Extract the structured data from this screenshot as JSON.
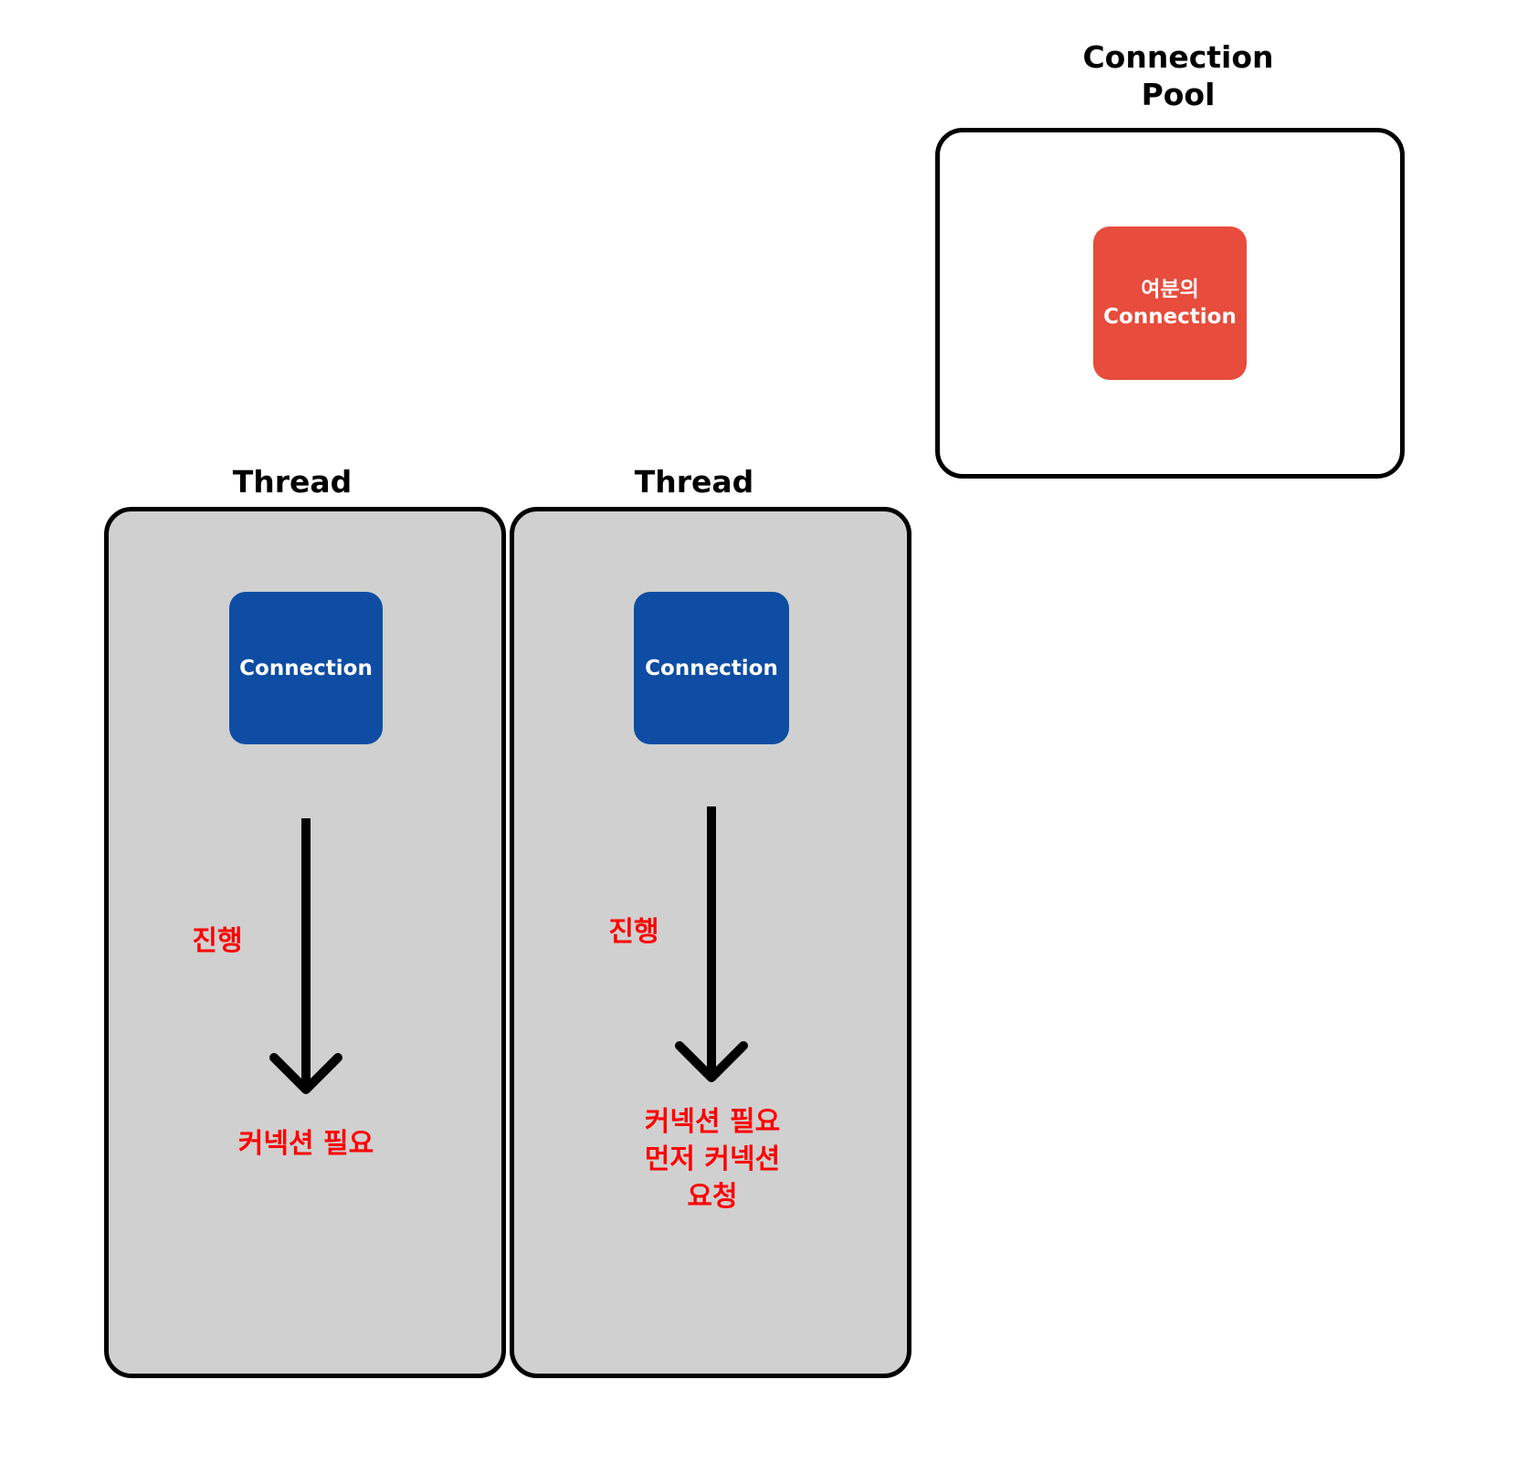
{
  "pool": {
    "title_line1": "Connection",
    "title_line2": "Pool",
    "connection_line1": "여분의",
    "connection_line2": "Connection",
    "connection_color": "#e74c3c"
  },
  "threads": [
    {
      "title": "Thread",
      "connection": "Connection",
      "progress_label": "진행",
      "note_lines": [
        "커넥션 필요"
      ]
    },
    {
      "title": "Thread",
      "connection": "Connection",
      "progress_label": "진행",
      "note_lines": [
        "커넥션 필요",
        "먼저 커넥션",
        "요청"
      ]
    }
  ],
  "colors": {
    "thread_bg": "#d0d0d0",
    "connection": "#0e4da3",
    "note": "#ff0000"
  }
}
